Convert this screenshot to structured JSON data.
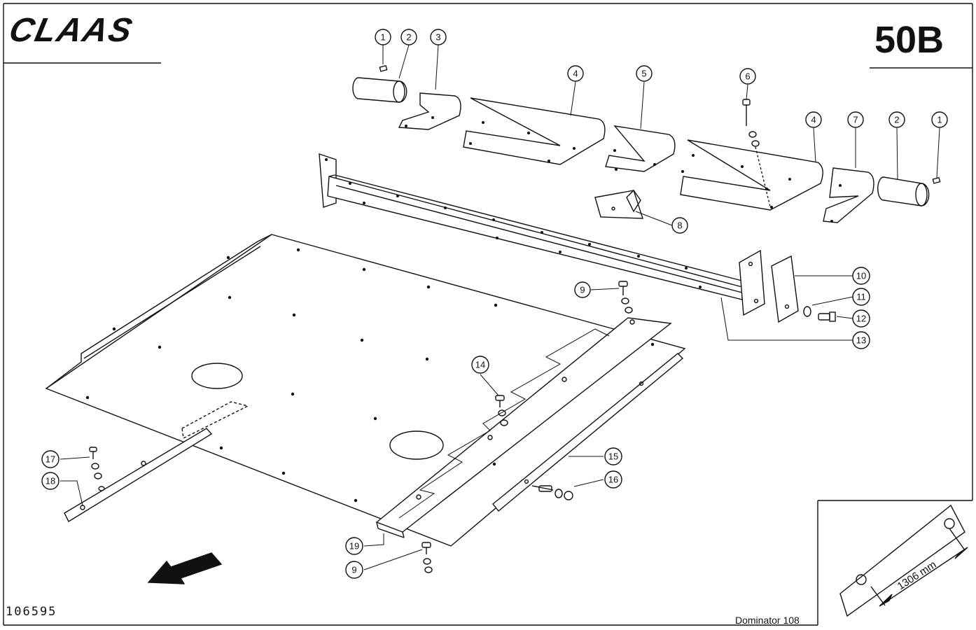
{
  "header": {
    "brand": "CLAAS",
    "page_code": "50B"
  },
  "footer": {
    "drawing_number": "106595",
    "model": "Dominator 108"
  },
  "detail": {
    "dimension": "1306 mm"
  },
  "callouts": [
    {
      "id": "c1a",
      "label": "1"
    },
    {
      "id": "c2a",
      "label": "2"
    },
    {
      "id": "c3",
      "label": "3"
    },
    {
      "id": "c4a",
      "label": "4"
    },
    {
      "id": "c5",
      "label": "5"
    },
    {
      "id": "c6",
      "label": "6"
    },
    {
      "id": "c4b",
      "label": "4"
    },
    {
      "id": "c7",
      "label": "7"
    },
    {
      "id": "c2b",
      "label": "2"
    },
    {
      "id": "c1b",
      "label": "1"
    },
    {
      "id": "c8",
      "label": "8"
    },
    {
      "id": "c9a",
      "label": "9"
    },
    {
      "id": "c10",
      "label": "10"
    },
    {
      "id": "c11",
      "label": "11"
    },
    {
      "id": "c12",
      "label": "12"
    },
    {
      "id": "c13",
      "label": "13"
    },
    {
      "id": "c14",
      "label": "14"
    },
    {
      "id": "c15",
      "label": "15"
    },
    {
      "id": "c16",
      "label": "16"
    },
    {
      "id": "c17",
      "label": "17"
    },
    {
      "id": "c18",
      "label": "18"
    },
    {
      "id": "c19",
      "label": "19"
    },
    {
      "id": "c9b",
      "label": "9"
    }
  ]
}
